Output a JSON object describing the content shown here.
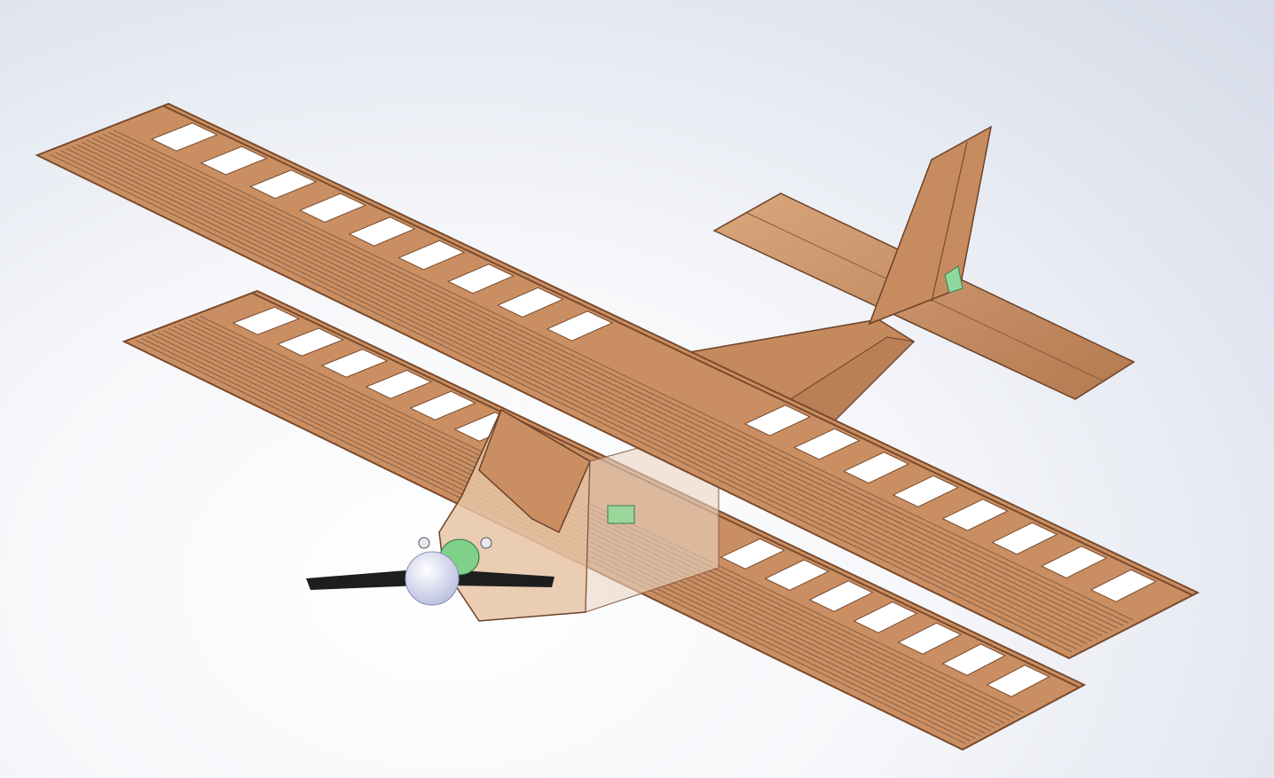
{
  "scene": {
    "subject": "model-biplane-cad-render",
    "colors": {
      "wood": "#c98f62",
      "wood_light": "#d9a67c",
      "wood_dark": "#7a4a2c",
      "plank_line": "#5a3a26",
      "opening": "#ffffff",
      "propeller": "#1e1e1e",
      "spinner": "#d8dcf2",
      "motor": "#7fd18a",
      "background_edge": "#d6dce8"
    },
    "top_wing_ribs": 20,
    "lower_wing_ribs": 18
  }
}
